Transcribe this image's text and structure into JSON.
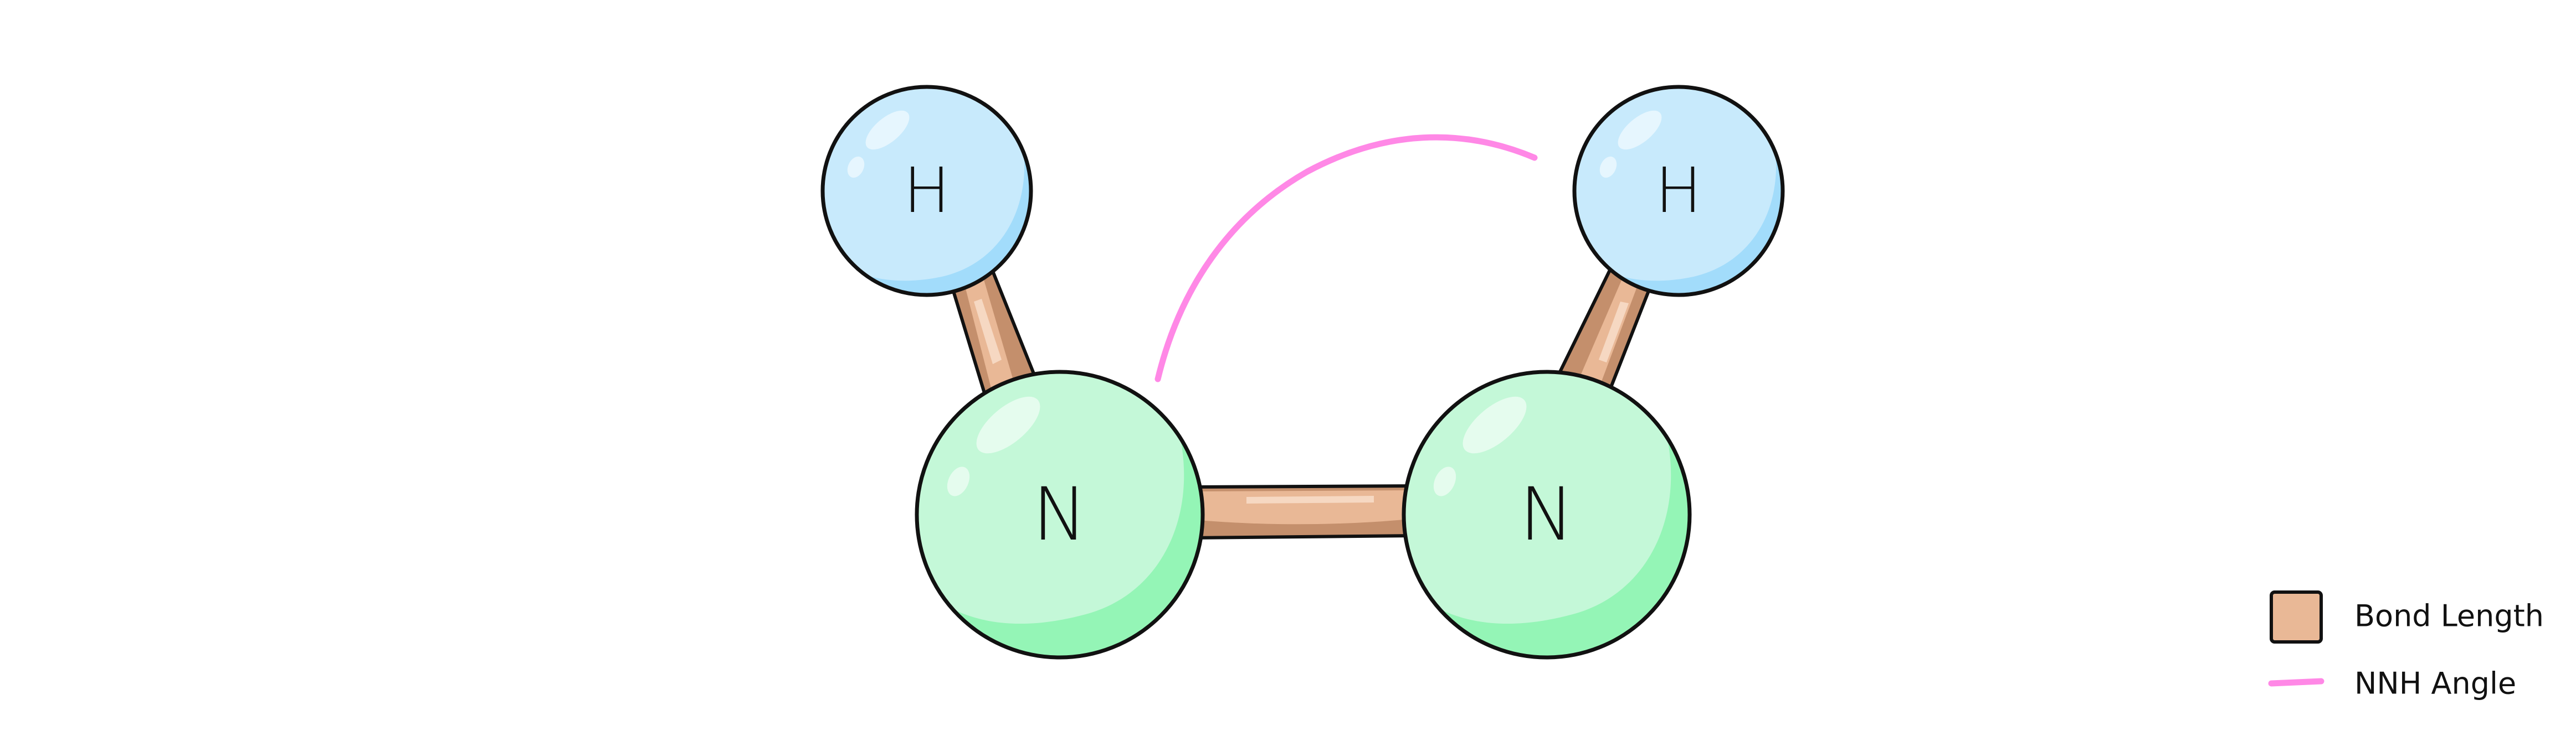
{
  "molecule": {
    "atoms": [
      {
        "id": "H1",
        "symbol": "H"
      },
      {
        "id": "N1",
        "symbol": "N"
      },
      {
        "id": "N2",
        "symbol": "N"
      },
      {
        "id": "H2",
        "symbol": "H"
      }
    ]
  },
  "legend": {
    "items": [
      {
        "label": "Bond Length",
        "symbol": "bond-swatch"
      },
      {
        "label": "NNH Angle",
        "symbol": "angle-line"
      }
    ]
  },
  "colors": {
    "nitrogen_fill": "#c4f8d8",
    "nitrogen_shade": "#94f5b6",
    "hydrogen_fill": "#c8eafc",
    "hydrogen_shade": "#a2dcfb",
    "bond_fill": "#e9b896",
    "bond_shade": "#c48f6c",
    "bond_highlight": "#f6d8c2",
    "angle_arc": "#ff88e6",
    "outline": "#111111"
  }
}
